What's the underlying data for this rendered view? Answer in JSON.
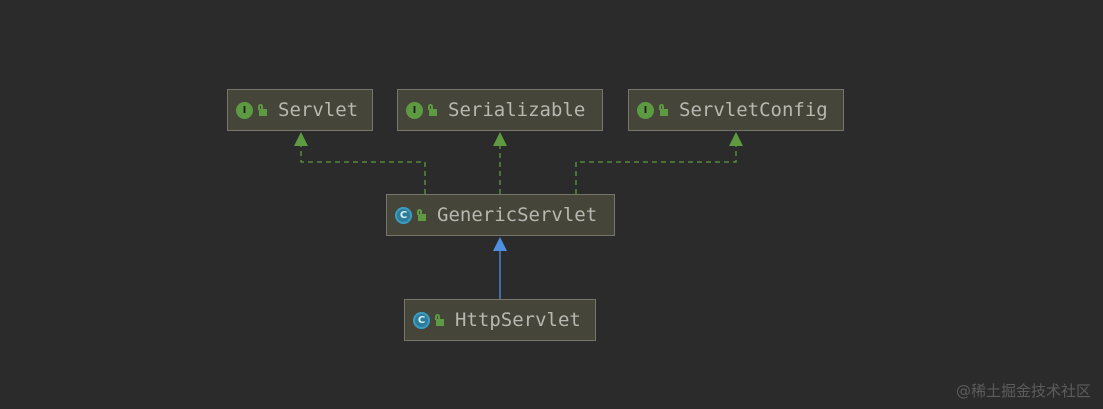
{
  "diagram": {
    "nodes": [
      {
        "id": "servlet",
        "label": "Servlet",
        "kind": "interface",
        "kind_letter": "I",
        "icon": "interface-icon"
      },
      {
        "id": "serializable",
        "label": "Serializable",
        "kind": "interface",
        "kind_letter": "I",
        "icon": "interface-icon"
      },
      {
        "id": "servletconfig",
        "label": "ServletConfig",
        "kind": "interface",
        "kind_letter": "I",
        "icon": "interface-icon"
      },
      {
        "id": "genericservlet",
        "label": "GenericServlet",
        "kind": "class",
        "kind_letter": "C",
        "icon": "abstract-class-icon"
      },
      {
        "id": "httpservlet",
        "label": "HttpServlet",
        "kind": "class",
        "kind_letter": "C",
        "icon": "abstract-class-icon"
      }
    ],
    "edges": [
      {
        "from": "genericservlet",
        "to": "servlet",
        "relation": "implements"
      },
      {
        "from": "genericservlet",
        "to": "serializable",
        "relation": "implements"
      },
      {
        "from": "genericservlet",
        "to": "servletconfig",
        "relation": "implements"
      },
      {
        "from": "httpservlet",
        "to": "genericservlet",
        "relation": "extends"
      }
    ],
    "colors": {
      "background": "#2b2b2b",
      "node_fill": "#45453a",
      "node_border": "#76766a",
      "text": "#b8b8b2",
      "implements_edge": "#5d9a41",
      "extends_edge": "#4f8fe0",
      "interface_icon": "#5d9a41",
      "class_icon": "#2d7c9a"
    }
  },
  "watermark": "@稀土掘金技术社区"
}
